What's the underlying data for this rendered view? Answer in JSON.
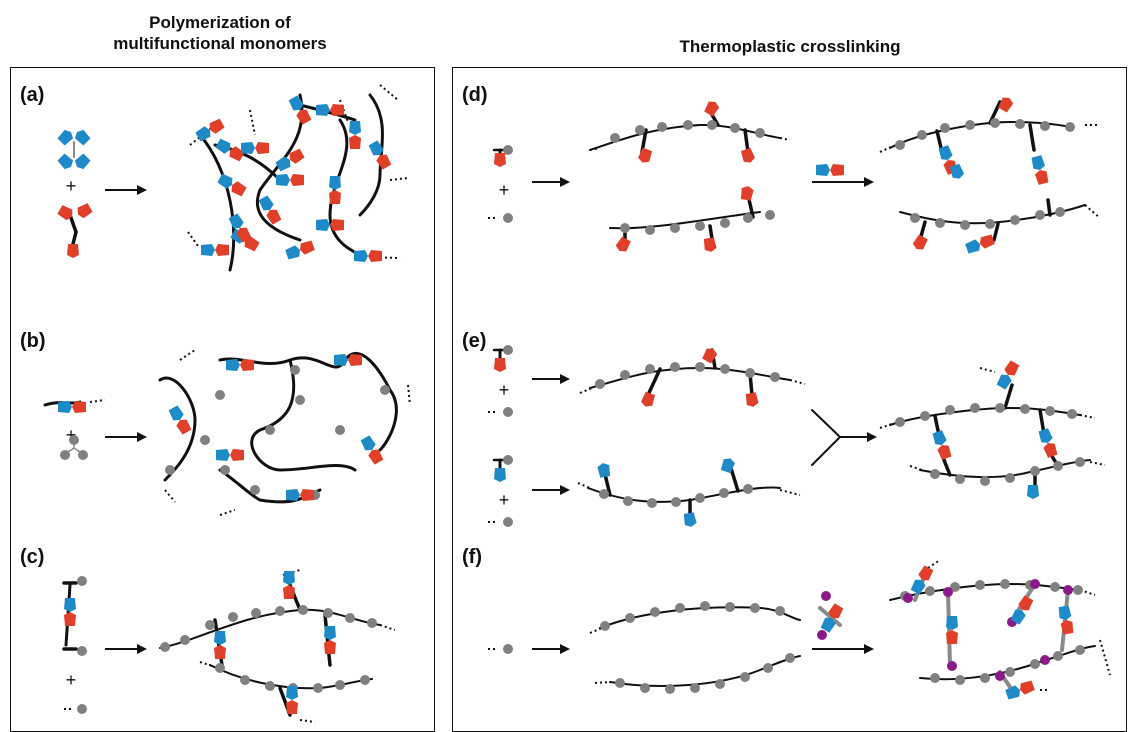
{
  "headers": {
    "left_line1": "Polymerization of",
    "left_line2": "multifunctional monomers",
    "right": "Thermoplastic crosslinking"
  },
  "panels": [
    {
      "label": "(a)"
    },
    {
      "label": "(b)"
    },
    {
      "label": "(c)"
    },
    {
      "label": "(d)"
    },
    {
      "label": "(e)"
    },
    {
      "label": "(f)"
    }
  ],
  "plus_sign": "+",
  "colors": {
    "red": "#e0402a",
    "blue": "#1f8ac8",
    "grey_bead": "#808080",
    "purple": "#8a1a8a",
    "backbone": "#111111",
    "grey_link": "#8a8a8a"
  }
}
